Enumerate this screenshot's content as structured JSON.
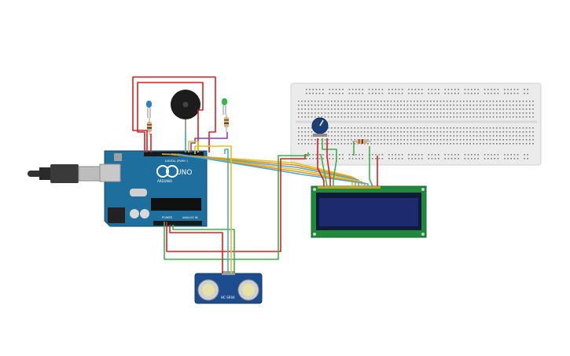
{
  "arduino": {
    "model_label": "UNO",
    "brand_label": "ARDUINO",
    "power_label": "POWER",
    "analog_label": "ANALOG IN",
    "digital_label": "DIGITAL (PWM~)"
  },
  "sensor": {
    "label": "HC-SR04"
  },
  "colors": {
    "arduino_board": "#1f6f9e",
    "breadboard": "#ebebeb",
    "lcd_pcb": "#1f8a3a",
    "lcd_screen": "#1e2a6e",
    "sensor_board": "#1c4d8e",
    "wire_red": "#d62020",
    "wire_green": "#3cb04a",
    "wire_yellow": "#e2c21a",
    "wire_orange": "#f08a1c",
    "wire_blue": "#49a8d8",
    "wire_purple": "#8a3cc0",
    "led_blue": "#2f7fb8",
    "led_green": "#3ab54a"
  },
  "components": [
    "arduino-uno",
    "usb-cable",
    "piezo-buzzer",
    "led-blue",
    "led-green",
    "resistors",
    "breadboard",
    "potentiometer",
    "lcd-16x2",
    "hc-sr04-ultrasonic-sensor"
  ]
}
